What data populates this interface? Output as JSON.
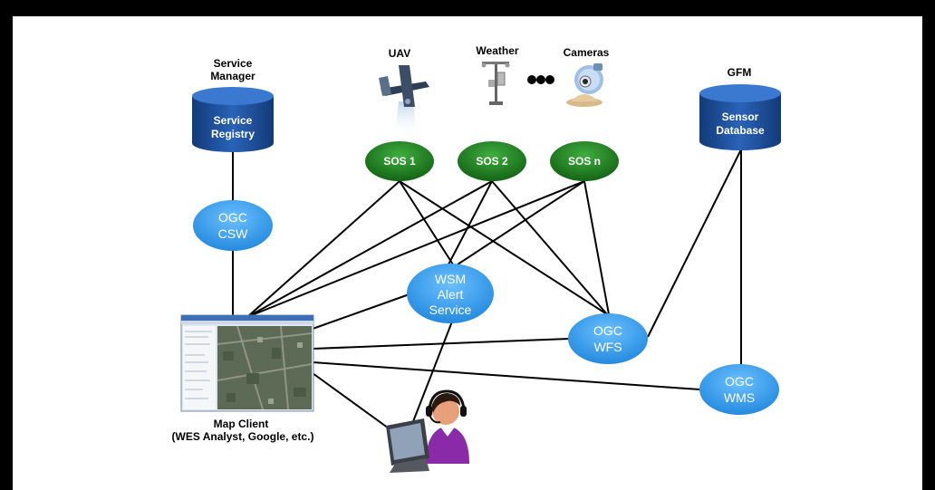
{
  "labels": {
    "service_manager_1": "Service",
    "service_manager_2": "Manager",
    "uav": "UAV",
    "weather": "Weather",
    "cameras": "Cameras",
    "gfm": "GFM",
    "map_client": "Map Client",
    "map_client_sub": "(WES Analyst, Google, etc.)"
  },
  "databases": {
    "registry_1": "Service",
    "registry_2": "Registry",
    "sensor_1": "Sensor",
    "sensor_2": "Database"
  },
  "sos": {
    "sos1": "SOS 1",
    "sos2": "SOS 2",
    "sosn": "SOS n"
  },
  "services": {
    "csw_1": "OGC",
    "csw_2": "CSW",
    "wsm_1": "WSM",
    "wsm_2": "Alert",
    "wsm_3": "Service",
    "wfs_1": "OGC",
    "wfs_2": "WFS",
    "wms_1": "OGC",
    "wms_2": "WMS"
  },
  "colors": {
    "db_blue": "#1a4f9c",
    "sos_green": "#1e7a1e",
    "service_blue": "#3fa0ec",
    "operator_purple": "#8a2aa8"
  },
  "icons": [
    "uav-icon",
    "weather-station-icon",
    "ellipsis-dots-icon",
    "webcam-icon",
    "operator-icon",
    "map-client-screenshot"
  ]
}
